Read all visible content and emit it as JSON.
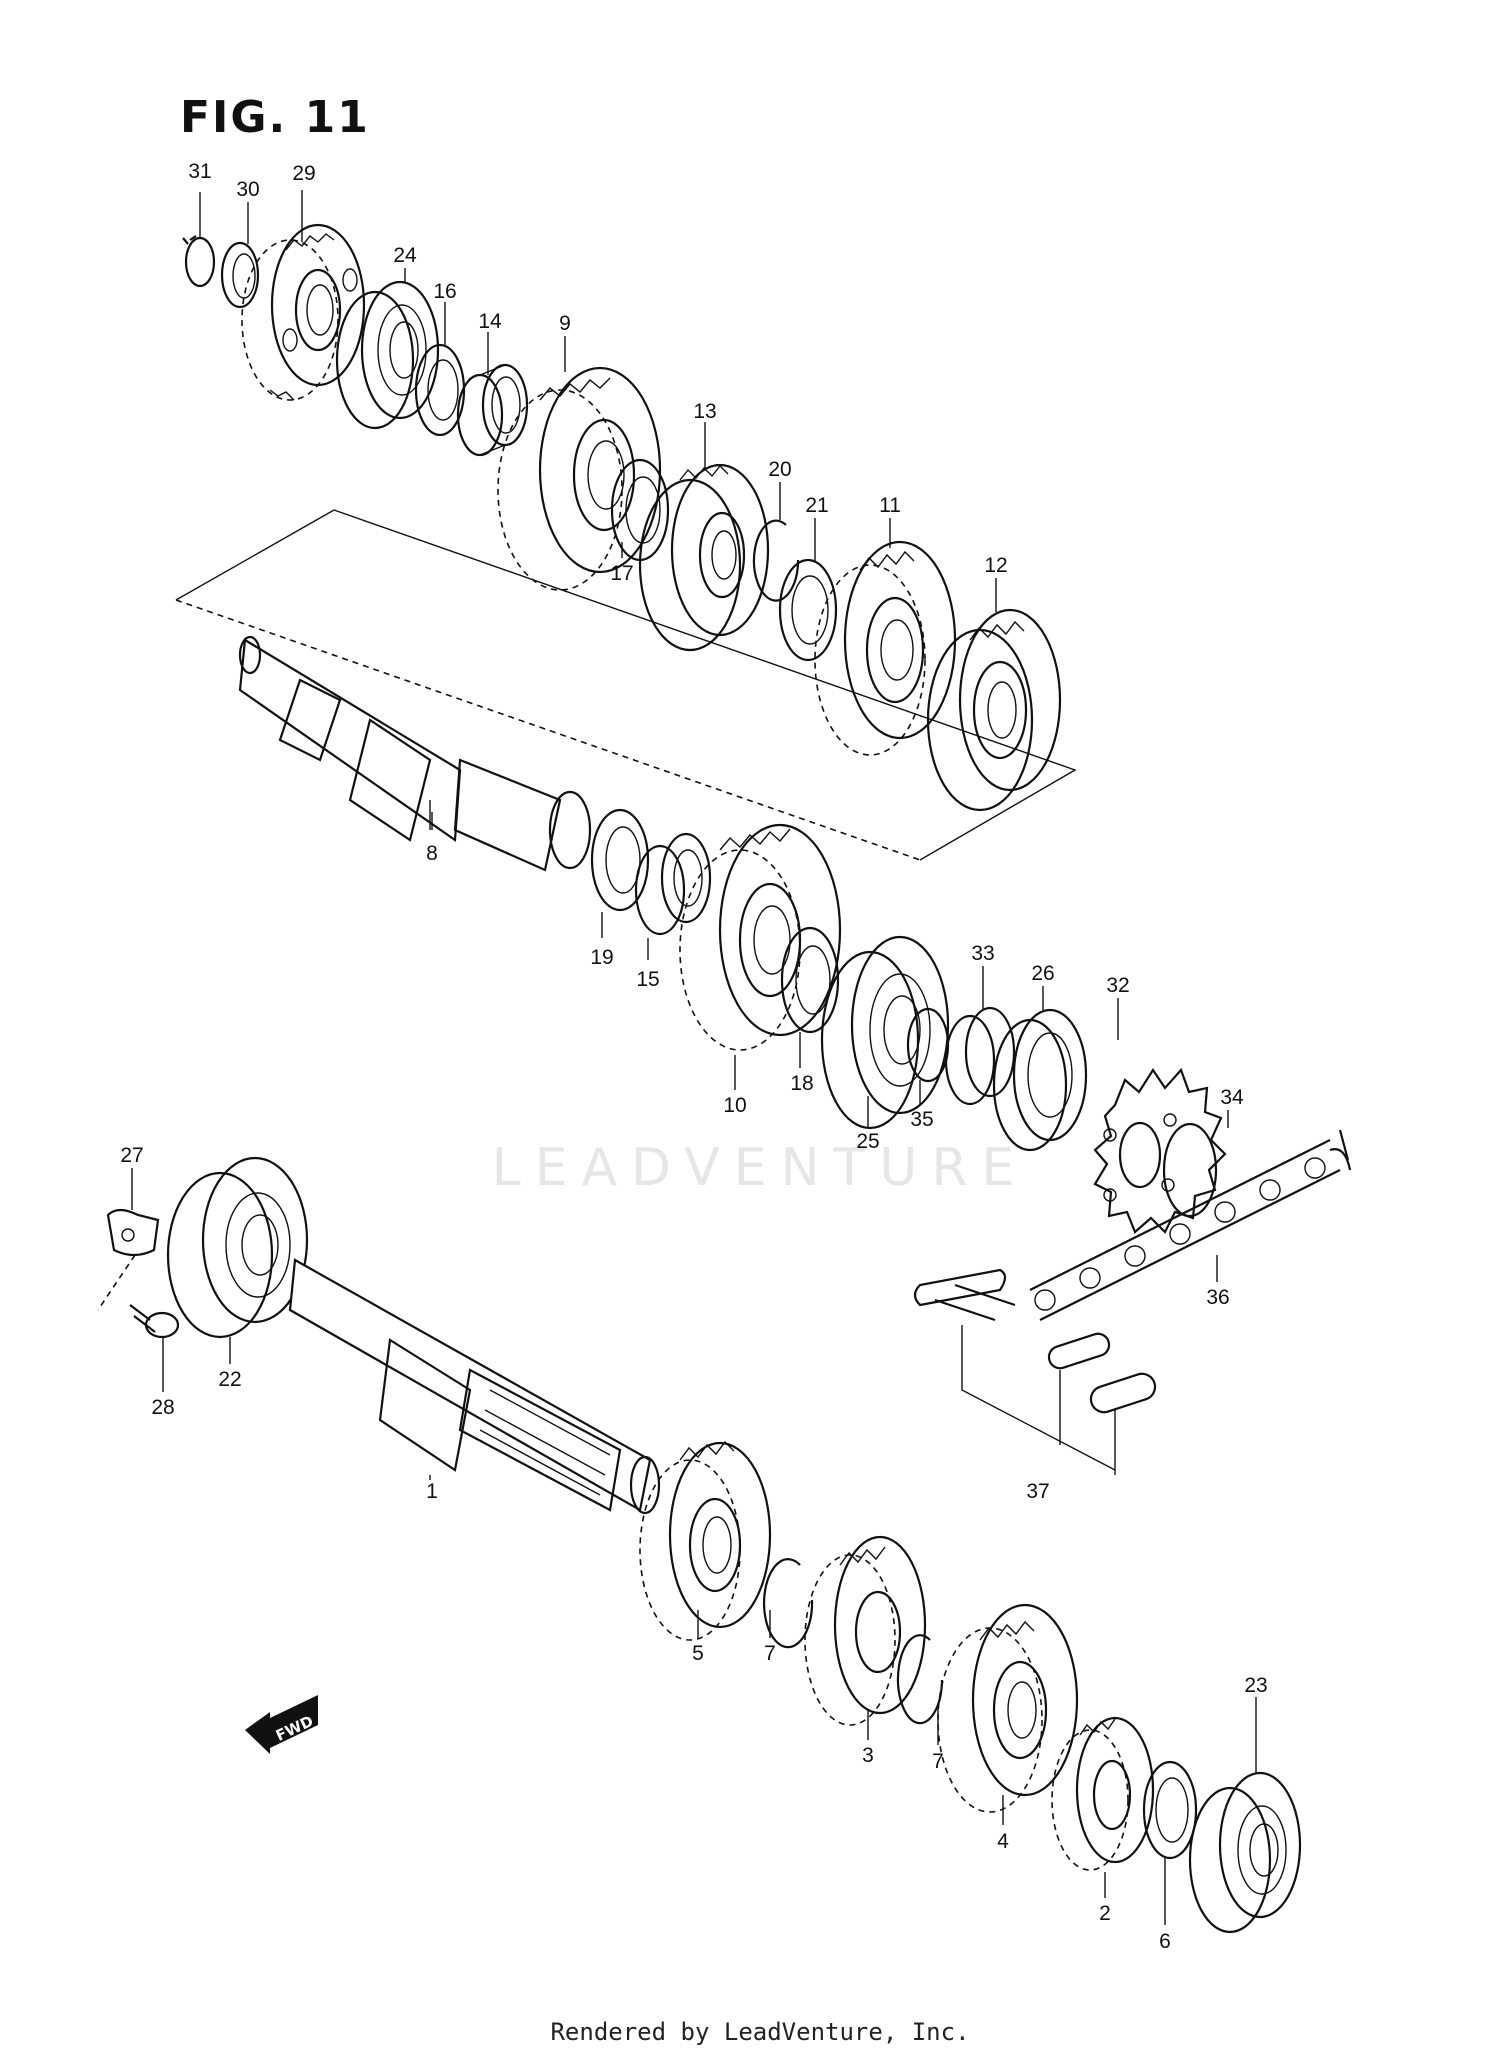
{
  "figure": {
    "title": "FIG. 11"
  },
  "watermark": "LEADVENTURE",
  "footer": "Rendered by LeadVenture, Inc.",
  "fwd_label": "FWD",
  "callouts": {
    "c31": "31",
    "c30": "30",
    "c29": "29",
    "c24": "24",
    "c16": "16",
    "c14": "14",
    "c9": "9",
    "c13": "13",
    "c20": "20",
    "c21": "21",
    "c11": "11",
    "c12": "12",
    "c17": "17",
    "c8": "8",
    "c19": "19",
    "c15": "15",
    "c10": "10",
    "c18": "18",
    "c33": "33",
    "c26": "26",
    "c32": "32",
    "c34": "34",
    "c25": "25",
    "c35": "35",
    "c27": "27",
    "c28": "28",
    "c22": "22",
    "c36": "36",
    "c37": "37",
    "c1": "1",
    "c5": "5",
    "c7a": "7",
    "c3": "3",
    "c7b": "7",
    "c4": "4",
    "c23": "23",
    "c2": "2",
    "c6": "6"
  }
}
